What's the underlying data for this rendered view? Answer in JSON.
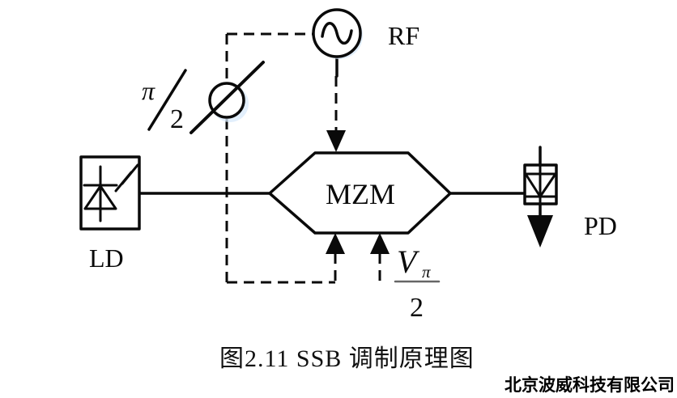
{
  "colors": {
    "line": "#0a0a0a",
    "background": "#ffffff",
    "circle_glow": "#d8eafb",
    "fraction_bar": "#666666"
  },
  "components": {
    "rf_label": "RF",
    "ld_label": "LD",
    "pd_label": "PD",
    "mzm_label": "MZM"
  },
  "phase_shifter": {
    "numerator": "π",
    "denominator": "2"
  },
  "bias": {
    "symbol": "V",
    "subscript": "π",
    "denominator": "2"
  },
  "caption": "图2.11 SSB 调制原理图",
  "watermark": "北京波威科技有限公司"
}
